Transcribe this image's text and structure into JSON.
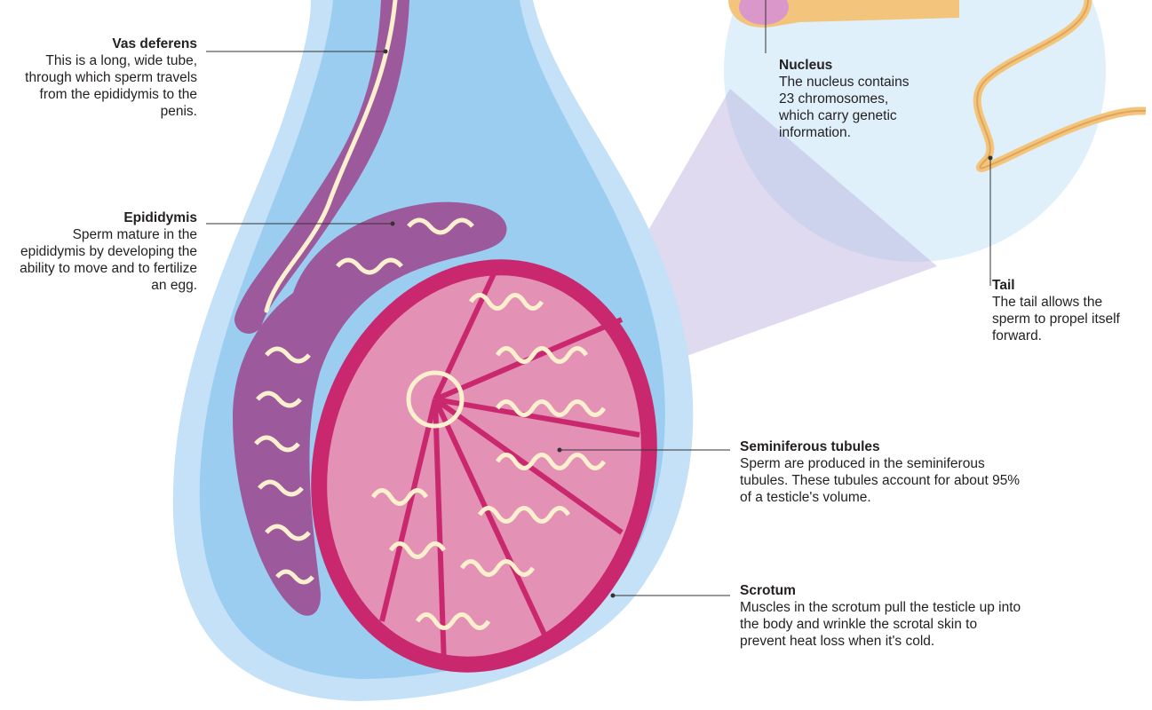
{
  "colors": {
    "scrotum_outer": "#c4e1f7",
    "scrotum_inner": "#9bcdf0",
    "epididymis": "#9c5a9c",
    "testis_border": "#c9286f",
    "testis_fill": "#e391b4",
    "tubule": "#fcf0cf",
    "zoom_bg": "#dff0fb",
    "sperm_body": "#f3c57c",
    "leader": "#333333"
  },
  "labels": {
    "vas_deferens": {
      "title": "Vas deferens",
      "body": "This is a long, wide tube, through which sperm travels from the epididymis to the penis."
    },
    "epididymis": {
      "title": "Epididymis",
      "body": "Sperm mature in the epididymis by developing the ability to move and to fertilize an egg."
    },
    "nucleus": {
      "title": "Nucleus",
      "body": "The nucleus contains 23 chromosomes, which carry genetic information."
    },
    "tail": {
      "title": "Tail",
      "body": "The tail allows the sperm to propel itself forward."
    },
    "seminiferous": {
      "title": "Seminiferous tubules",
      "body": "Sperm are produced in the seminiferous tubules. These tubules account for about 95% of a testicle's volume."
    },
    "scrotum": {
      "title": "Scrotum",
      "body": "Muscles in the scrotum pull the testicle up into the body and wrinkle the scrotal skin to prevent heat loss when it's cold."
    }
  }
}
